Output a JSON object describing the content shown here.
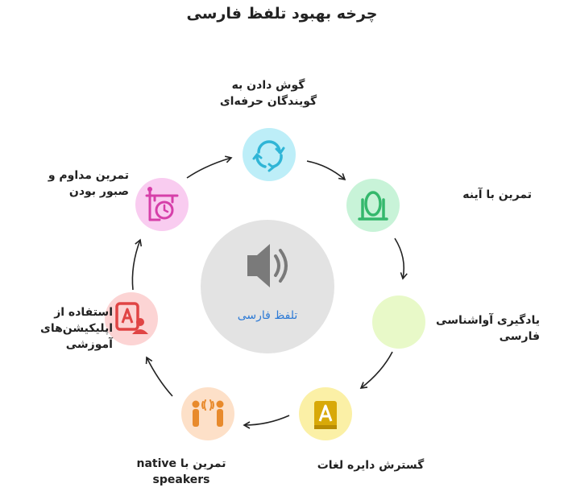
{
  "title": "چرخه بهبود تلفظ فارسی",
  "center": {
    "label": "تلفظ فارسی",
    "icon": "speaker-icon",
    "color": "#e3e3e3",
    "label_color": "#2e7bd6"
  },
  "steps": [
    {
      "label": "گوش دادن به\nگویندگان حرفه‌ای",
      "icon": "loop-icon",
      "color": "#bdeef8",
      "icon_color": "#2fb5d6"
    },
    {
      "label": "تمرین با آینه",
      "icon": "mirror-icon",
      "color": "#c8f3d8",
      "icon_color": "#34b86c"
    },
    {
      "label": "یادگیری آواشناسی\nفارسی",
      "icon": "",
      "color": "#e8f9c8",
      "icon_color": ""
    },
    {
      "label": "گسترش دایره لغات",
      "icon": "book-icon",
      "color": "#fbf0a6",
      "icon_color": "#d8a909"
    },
    {
      "label": "تمرین با native\nspeakers",
      "icon": "conversation-icon",
      "color": "#fde0c8",
      "icon_color": "#e88a2c"
    },
    {
      "label": "استفاده از\nاپلیکیشن‌های\nآموزشی",
      "icon": "app-user-icon",
      "color": "#fcd4d4",
      "icon_color": "#e04444"
    },
    {
      "label": "تمرین مداوم و\nصبور بودن",
      "icon": "timer-sign-icon",
      "color": "#f9ccf0",
      "icon_color": "#d63fa9"
    }
  ]
}
